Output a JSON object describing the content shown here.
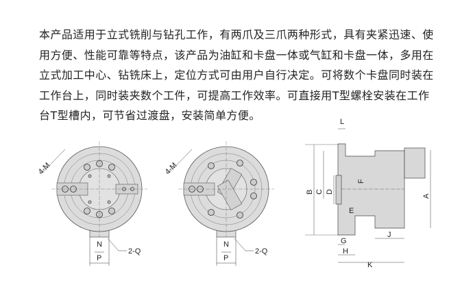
{
  "description_lines": [
    "本产品适用于立式铣削与钻孔工作，有两爪及三爪两种形式，具有夹紧迅速、使",
    "用方便、性能可靠等特点，该产品为油缸和卡盘一体或气缸和卡盘一体，多用在",
    "立式加工中心、钻铣床上，定位方式可由用户自行决定。可将数个卡盘同时装在",
    "工作台上，同时装夹数个工件，可提高工作效率。可直接用T型螺栓安装在工作",
    "台T型槽内，可节省过渡盘，安装简单方便。"
  ],
  "front_view_two_jaw": {
    "labels": {
      "bolt": "4-M",
      "n": "N",
      "p": "P",
      "q": "2-Q"
    }
  },
  "front_view_three_jaw": {
    "labels": {
      "bolt": "4-M",
      "n": "N",
      "p": "P",
      "q": "2-Q"
    }
  },
  "side_view": {
    "labels": {
      "L": "L",
      "B": "B",
      "C": "C",
      "D": "D",
      "F": "F",
      "A": "A",
      "E": "E",
      "G": "G",
      "H": "H",
      "J": "J",
      "K": "K"
    }
  }
}
